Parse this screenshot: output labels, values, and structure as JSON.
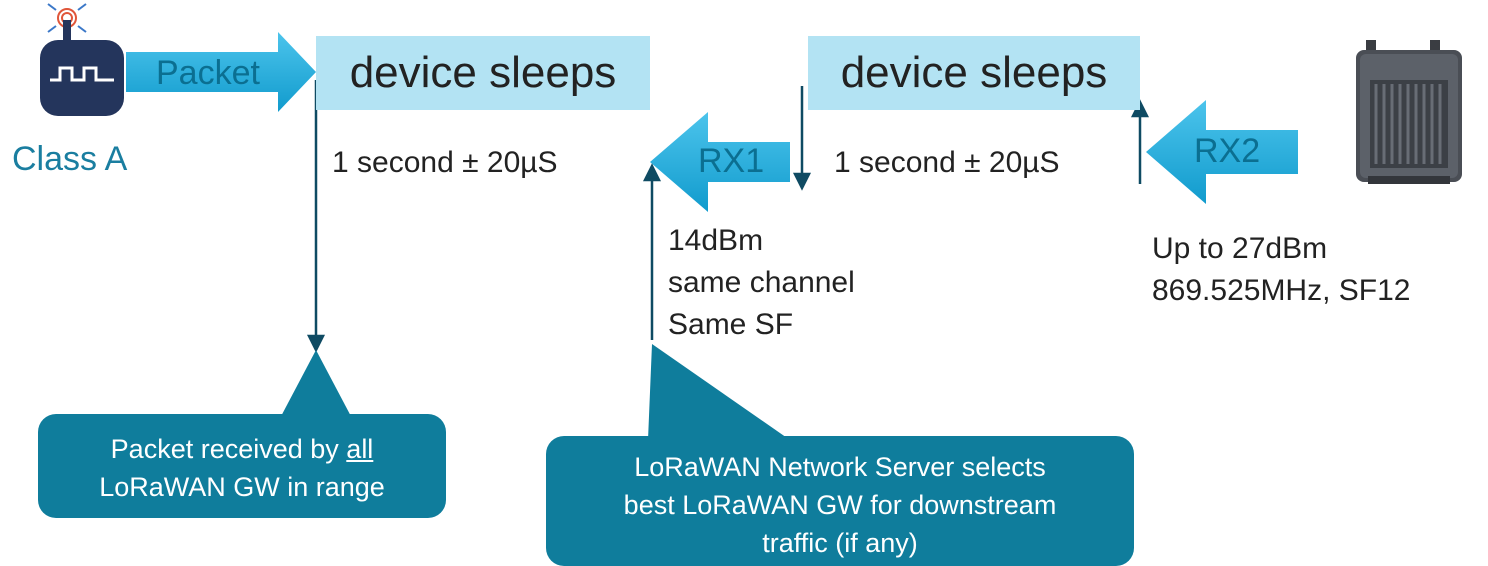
{
  "device": {
    "class_label": "Class A"
  },
  "packet_arrow": {
    "label": "Packet"
  },
  "rx1_arrow": {
    "label": "RX1"
  },
  "rx2_arrow": {
    "label": "RX2"
  },
  "sleep1": {
    "label": "device sleeps",
    "timing": "1 second ± 20µS"
  },
  "sleep2": {
    "label": "device sleeps",
    "timing": "1 second ± 20µS"
  },
  "rx1_params": {
    "lines": [
      "14dBm",
      "same channel",
      "Same SF"
    ]
  },
  "rx2_params": {
    "lines": [
      "Up to 27dBm",
      "869.525MHz, SF12"
    ]
  },
  "callout_left": {
    "pre": "Packet received by ",
    "emph": "all",
    "post": "LoRaWAN GW in range"
  },
  "callout_center": {
    "lines": [
      "LoRaWAN Network Server selects",
      "best LoRaWAN GW for downstream",
      "traffic (if any)"
    ]
  },
  "colors": {
    "arrow": "#1aa6d4",
    "box": "#b3e3f3",
    "callout": "#0f7d9c",
    "device": "#24355c",
    "text_blue": "#1a7ea0"
  },
  "icons": {
    "device": "lora-device-icon",
    "gateway": "gateway-icon"
  }
}
